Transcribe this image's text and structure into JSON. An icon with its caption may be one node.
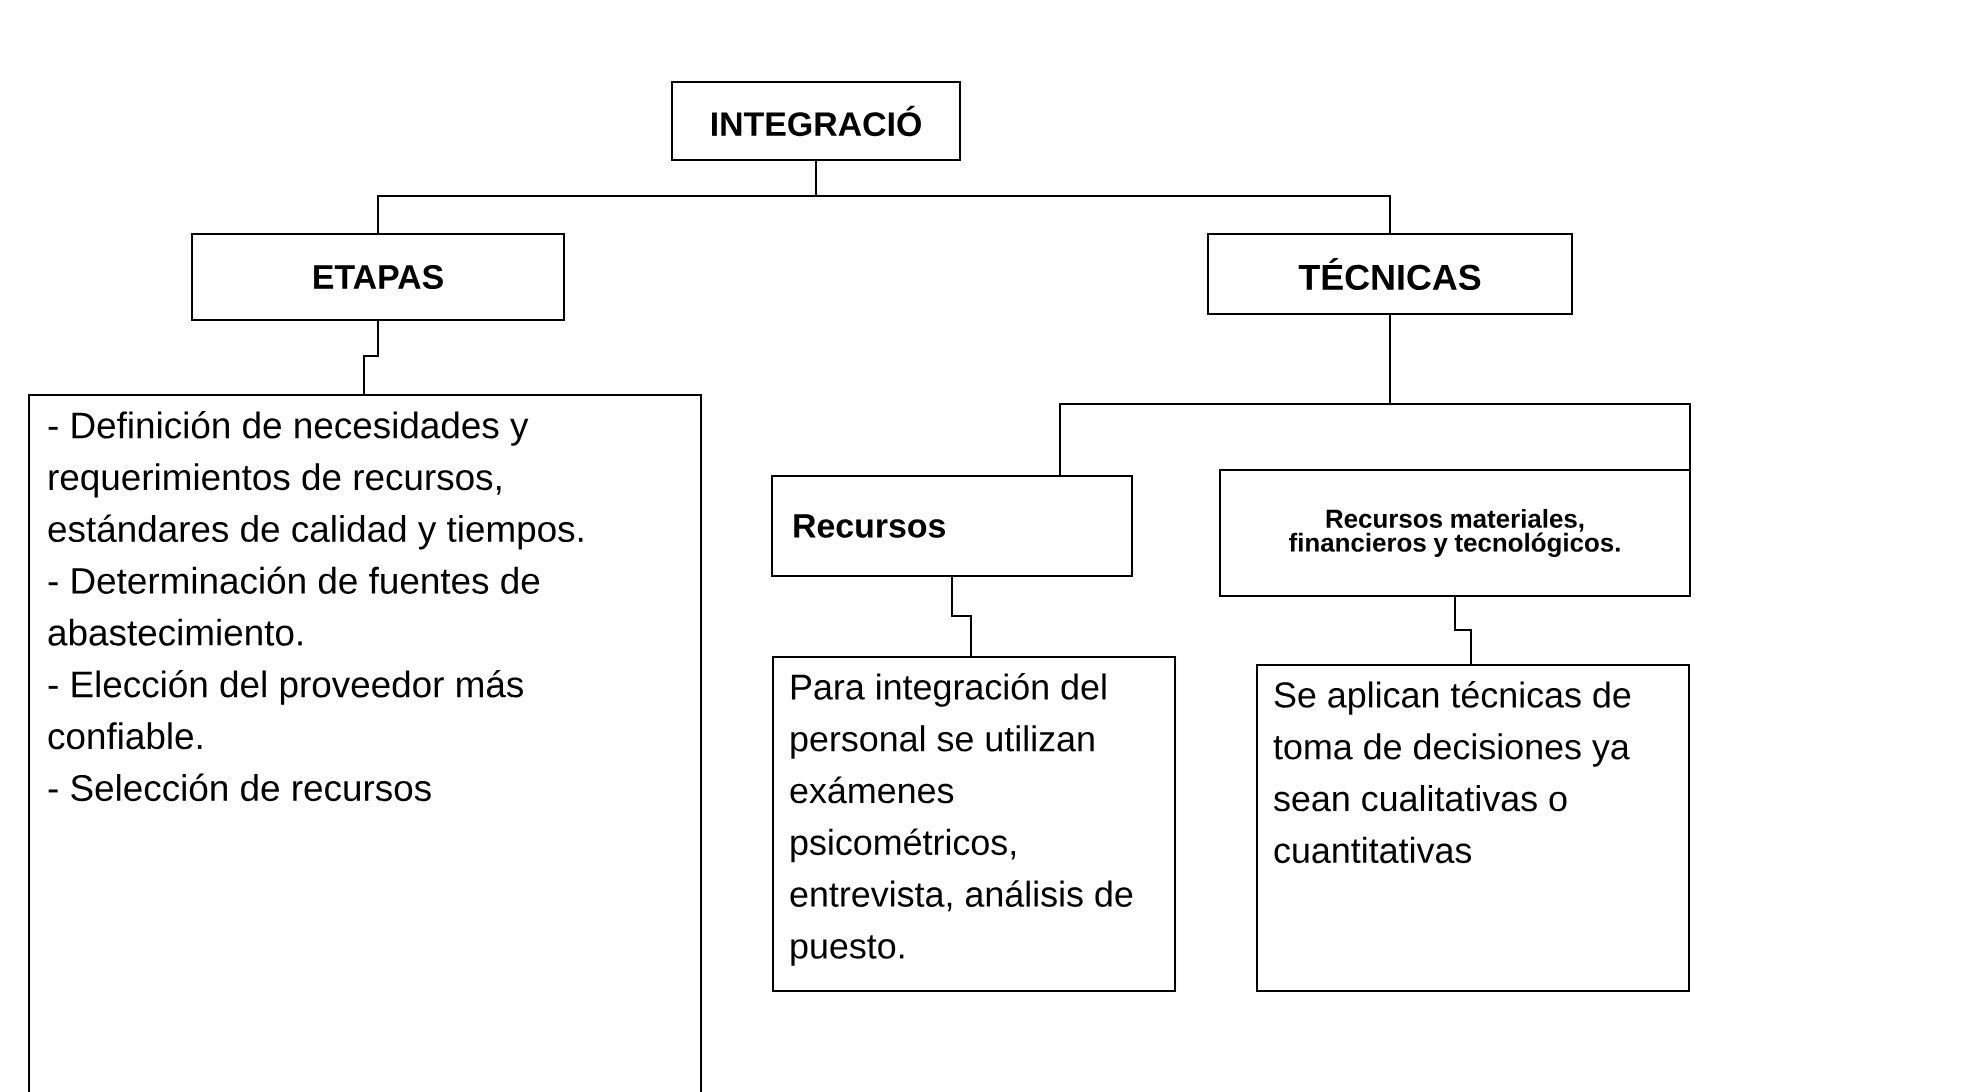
{
  "diagram": {
    "nodes": [
      {
        "text": [
          "INTEGRACIÓ"
        ]
      },
      {
        "text": [
          "ETAPAS"
        ]
      },
      {
        "text": [
          "TÉCNICAS"
        ]
      },
      {
        "text": [
          "- Definición de necesidades y requerimientos de recursos, estándares de calidad y tiempos.",
          "- Determinación de fuentes de abastecimiento.",
          "- Elección del proveedor más confiable.",
          "- Selección de recursos"
        ]
      },
      {
        "text": [
          "Recursos"
        ]
      },
      {
        "text": [
          "Recursos materiales, financieros y tecnológicos."
        ]
      },
      {
        "text": [
          "Para integración del personal se utilizan exámenes psicométricos, entrevista, análisis de puesto."
        ]
      },
      {
        "text": [
          "Se aplican técnicas de toma de decisiones ya sean cualitativas o cuantitativas"
        ]
      }
    ],
    "edges": [
      {
        "from": 0,
        "to": 1,
        "arrow": "none"
      },
      {
        "from": 0,
        "to": 2,
        "arrow": "none"
      },
      {
        "from": 1,
        "to": 3,
        "arrow": "none"
      },
      {
        "from": 2,
        "to": 4,
        "arrow": "none"
      },
      {
        "from": 2,
        "to": 5,
        "arrow": "none"
      },
      {
        "from": 4,
        "to": 6,
        "arrow": "none"
      },
      {
        "from": 5,
        "to": 7,
        "arrow": "none"
      }
    ]
  }
}
